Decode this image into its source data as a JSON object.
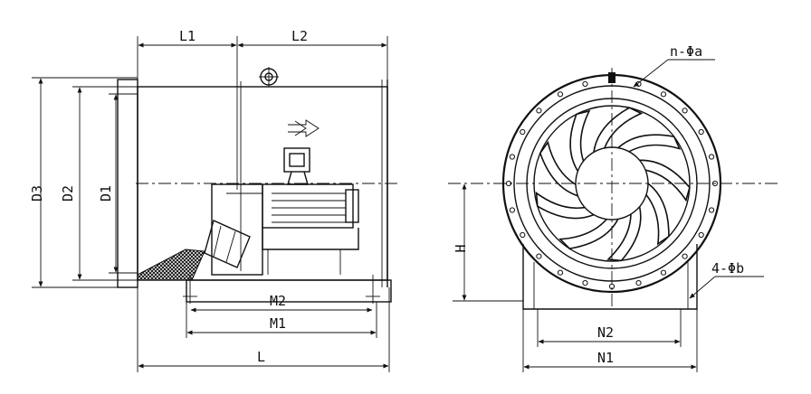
{
  "labels": {
    "L1": "L1",
    "L2": "L2",
    "D3": "D3",
    "D2": "D2",
    "D1": "D1",
    "M2": "M2",
    "M1": "M1",
    "L": "L",
    "H": "H",
    "N2": "N2",
    "N1": "N1",
    "n_phi_a": "n-Φa",
    "four_phi_b": "4-Φb"
  }
}
